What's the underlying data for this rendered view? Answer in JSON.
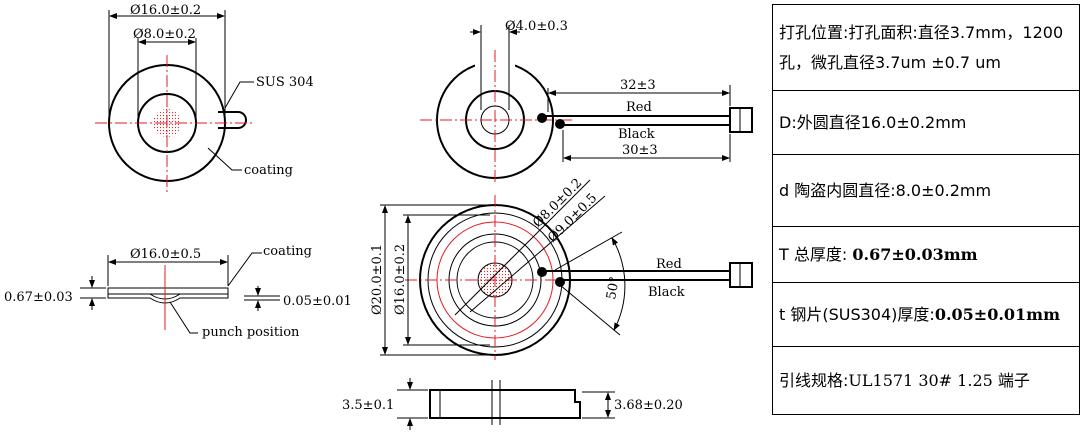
{
  "top_view": {
    "outer_dia": "Ø16.0±0.2",
    "inner_dia": "Ø8.0±0.2",
    "material": "SUS 304",
    "coating": "coating"
  },
  "side_view": {
    "dia": "Ø16.0±0.5",
    "coating": "coating",
    "thickness": "0.67±0.03",
    "plate": "0.05±0.01",
    "punch": "punch position"
  },
  "wired_view": {
    "hole_dia": "Ø4.0±0.3",
    "red_len": "32±3",
    "black_len": "30±3",
    "red": "Red",
    "black": "Black"
  },
  "housing_view": {
    "d1": "Ø8.0±0.2",
    "d2": "Ø9.0±0.5",
    "d3": "Ø20.0±0.1",
    "d4": "Ø16.0±0.2",
    "angle": "50°",
    "red": "Red",
    "black": "Black",
    "h1": "3.5±0.1",
    "h2": "3.68±0.20"
  },
  "spec_rows": [
    {
      "text": "打孔位置:打孔面积:直径3.7mm，1200孔，微孔直径3.7um ±0.7 um",
      "extra": ""
    },
    {
      "text": "D:外圆直径16.0±0.2mm",
      "extra": ""
    },
    {
      "text": "d 陶盗内圆直径:8.0±0.2mm",
      "extra": ""
    },
    {
      "text": "T 总厚度:",
      "extra": "0.67±0.03mm"
    },
    {
      "text": "t 钢片(SUS304)厚度:",
      "extra": "0.05±0.01mm"
    },
    {
      "text": "引线规格:",
      "extra": "UL1571 30# 1.25 端子"
    }
  ]
}
